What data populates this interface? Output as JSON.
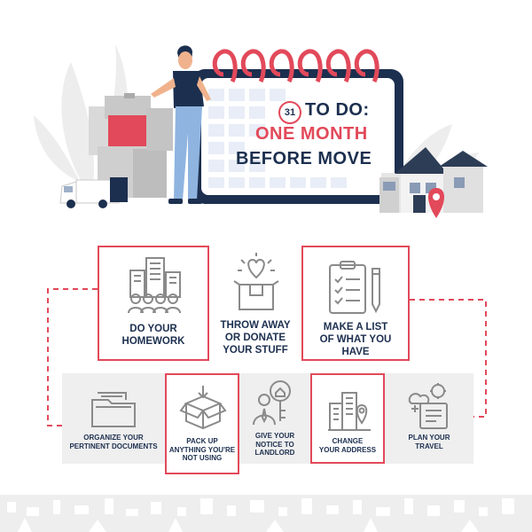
{
  "header": {
    "calendar_day": "31",
    "title_line1": "TO DO:",
    "title_line2": "ONE MONTH",
    "title_line3": "BEFORE MOVE"
  },
  "colors": {
    "accent_red": "#e2495a",
    "navy": "#1c2f4f",
    "grey_card": "#efefef",
    "grey_icon": "#8a8a8a"
  },
  "steps_top": [
    {
      "label": "DO YOUR\nHOMEWORK",
      "icon": "city-crowd-icon"
    },
    {
      "label": "THROW AWAY\nOR DONATE\nYOUR STUFF",
      "icon": "donation-box-icon"
    },
    {
      "label": "MAKE A LIST\nOF WHAT YOU\nHAVE",
      "icon": "checklist-icon"
    }
  ],
  "steps_bottom": [
    {
      "label": "ORGANIZE YOUR\nPERTINENT DOCUMENTS",
      "icon": "folder-icon"
    },
    {
      "label": "PACK UP\nANYTHING YOU'RE\nNOT USING",
      "icon": "open-box-icon"
    },
    {
      "label": "GIVE YOUR\nNOTICE TO\nLANDLORD",
      "icon": "landlord-key-icon"
    },
    {
      "label": "CHANGE\nYOUR ADDRESS",
      "icon": "location-building-icon"
    },
    {
      "label": "PLAN YOUR\nTRAVEL",
      "icon": "travel-plan-icon"
    }
  ]
}
